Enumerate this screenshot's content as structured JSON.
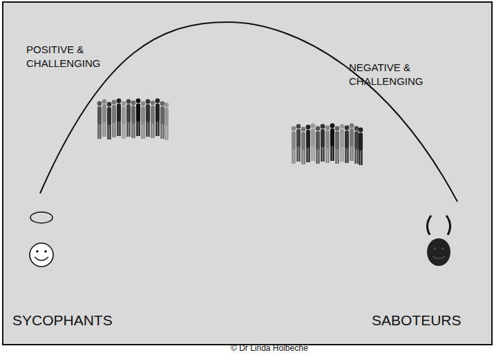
{
  "diagram": {
    "caption": "© Dr Linda Holbeche",
    "labels": [
      "POSITIVE & CHALLENGING",
      "NEGATIVE & CHALLENGING",
      "SYCOPHANTS",
      "SABOTEURS"
    ]
  }
}
